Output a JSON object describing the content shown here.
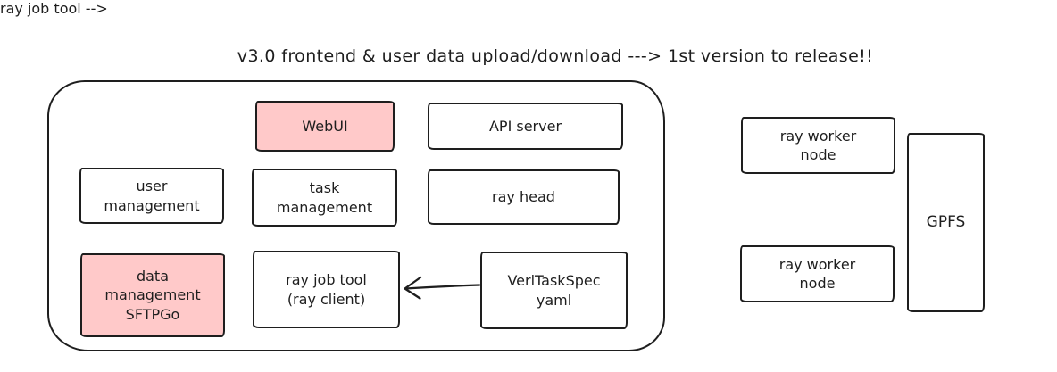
{
  "title": "v3.0 frontend & user data upload/download ---> 1st version to release!!",
  "colors": {
    "stroke": "#1e1e1e",
    "pink_fill": "#ffc9c9",
    "white_fill": "#ffffff",
    "background": "#ffffff"
  },
  "nodes": {
    "webui": {
      "label": "WebUI",
      "fill": "pink"
    },
    "api_server": {
      "label": "API server",
      "fill": "white"
    },
    "user_management": {
      "label": "user\nmanagement",
      "fill": "white"
    },
    "task_management": {
      "label": "task\nmanagement",
      "fill": "white"
    },
    "ray_head": {
      "label": "ray head",
      "fill": "white"
    },
    "data_management": {
      "label": "data\nmanagement\nSFTPGo",
      "fill": "pink"
    },
    "ray_job_tool": {
      "label": "ray job tool\n(ray client)",
      "fill": "white"
    },
    "verl_task_spec": {
      "label": "VerlTaskSpec\nyaml",
      "fill": "white"
    },
    "ray_worker_node_1": {
      "label": "ray worker\nnode",
      "fill": "white"
    },
    "ray_worker_node_2": {
      "label": "ray worker\nnode",
      "fill": "white"
    },
    "gpfs": {
      "label": "GPFS",
      "fill": "white"
    }
  },
  "edges": [
    {
      "from": "VerlTaskSpec yaml",
      "to": "ray job tool (ray client)",
      "direction": "left"
    }
  ]
}
